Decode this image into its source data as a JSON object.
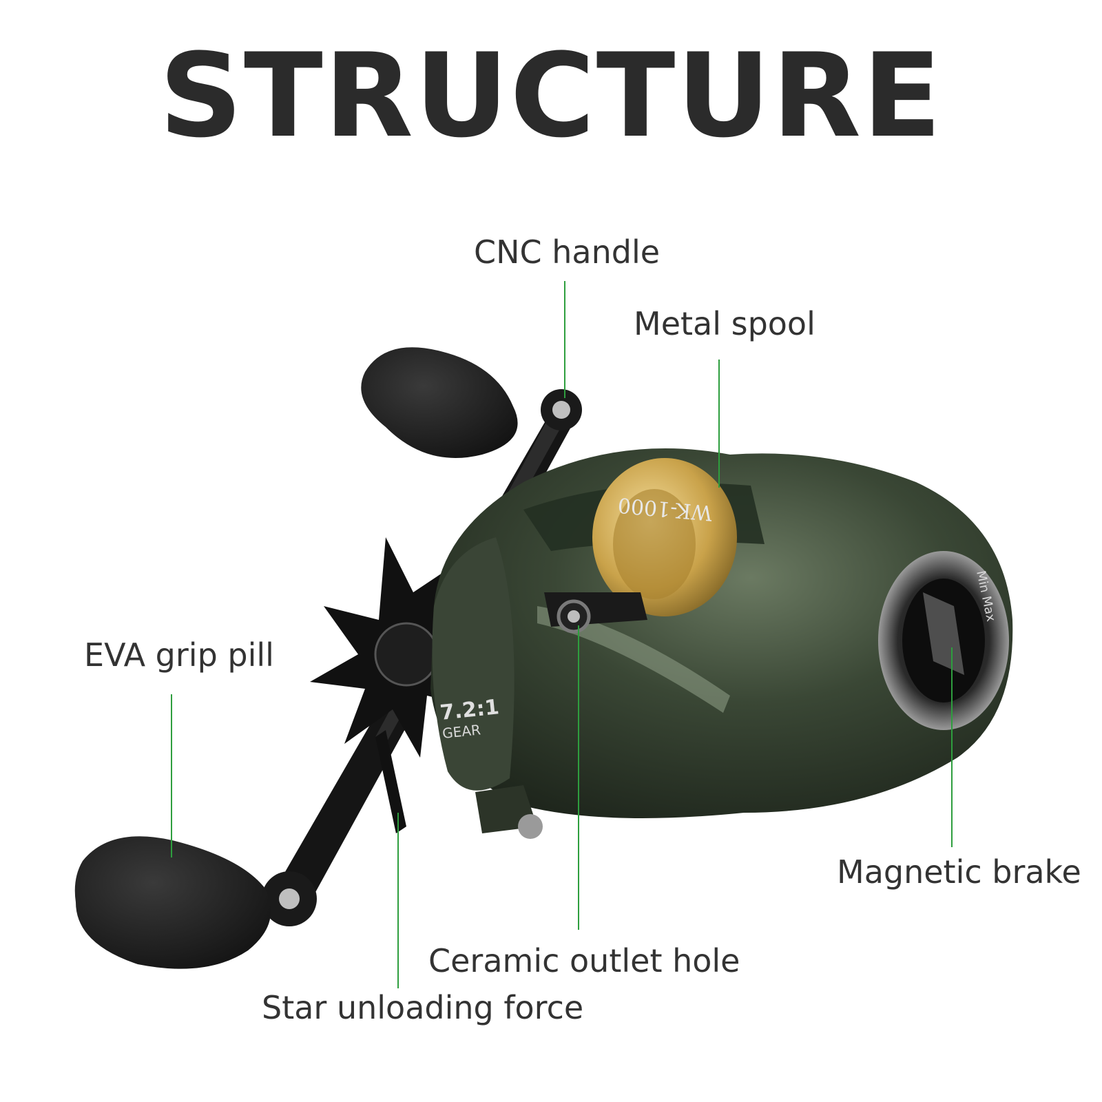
{
  "title": "STRUCTURE",
  "reel_model_text": "WK-1000",
  "gear_ratio_text": "7.2:1",
  "gear_word": "GEAR",
  "brake_dial_text": "Min Max",
  "callouts": {
    "cnc_handle": "CNC handle",
    "metal_spool": "Metal spool",
    "eva_grip": "EVA grip pill",
    "magnetic_brake": "Magnetic brake",
    "ceramic_outlet": "Ceramic outlet hole",
    "star_drag": "Star unloading force"
  },
  "colors": {
    "leader_line": "#2e9e3e",
    "title": "#2b2b2b",
    "label": "#333333",
    "reel_body": "#2f3a2c",
    "spool_gold": "#c9a24a"
  }
}
